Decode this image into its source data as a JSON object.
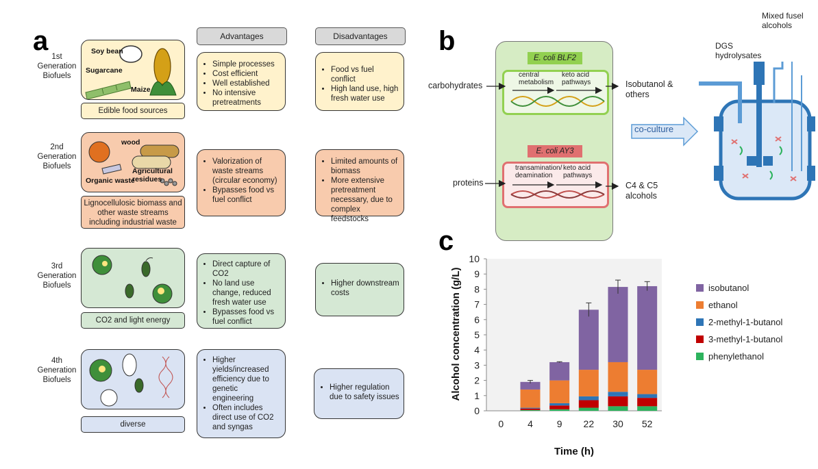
{
  "panel_a": {
    "letter": "a",
    "headers": {
      "advantages": "Advantages",
      "disadvantages": "Disadvantages"
    },
    "generations": [
      {
        "label": "1st Generation Biofuels",
        "source_labels": [
          "Soy bean",
          "Sugarcane",
          "Maize"
        ],
        "caption": "Edible food sources",
        "advantages": [
          "Simple processes",
          "Cost efficient",
          "Well established",
          "No intensive pretreatments"
        ],
        "disadvantages": [
          "Food vs fuel conflict",
          "High land use, high fresh water use"
        ]
      },
      {
        "label": "2nd Generation Biofuels",
        "source_labels": [
          "wood",
          "Agricultural residues",
          "Organic waste"
        ],
        "caption": "Lignocellulosic biomass and other waste streams including industrial waste",
        "advantages": [
          "Valorization of waste streams (circular economy)",
          "Bypasses food vs fuel conflict"
        ],
        "disadvantages": [
          "Limited amounts of biomass",
          "More extensive pretreatment necessary, due to complex feedstocks"
        ]
      },
      {
        "label": "3rd Generation Biofuels",
        "source_labels": [],
        "caption": "CO2 and light energy",
        "advantages": [
          "Direct capture of CO2",
          "No land use change, reduced fresh water use",
          "Bypasses food vs fuel conflict"
        ],
        "disadvantages": [
          "Higher downstream costs"
        ]
      },
      {
        "label": "4th Generation Biofuels",
        "source_labels": [],
        "caption": "diverse",
        "advantages": [
          "Higher yields/increased efficiency due to genetic engineering",
          "Often includes direct use of CO2 and syngas"
        ],
        "disadvantages": [
          "Higher regulation due to safety issues"
        ]
      }
    ],
    "colors": {
      "gen1": "#fff2cc",
      "gen2": "#f8cbad",
      "gen3": "#d5e8d4",
      "gen4": "#dae3f3"
    }
  },
  "panel_b": {
    "letter": "b",
    "strain1": "E. coli BLF2",
    "strain2": "E. coli AY3",
    "input1": "carbohydrates",
    "input2": "proteins",
    "step1a": "central metabolism",
    "step1b": "keto acid pathways",
    "step2a": "transamination/ deamination",
    "step2b": "keto acid pathways",
    "output1": "Isobutanol & others",
    "output2": "C4 & C5 alcohols",
    "coculture": "co-culture",
    "feed": "DGS hydrolysates",
    "product": "Mixed fusel alcohols"
  },
  "panel_c": {
    "letter": "c",
    "chart_data": {
      "type": "bar",
      "stacked": true,
      "categories": [
        "0",
        "4",
        "9",
        "22",
        "30",
        "52"
      ],
      "xlabel": "Time (h)",
      "ylabel": "Alcohol concentration (g/L)",
      "ylim": [
        0,
        10
      ],
      "yticks": [
        0,
        1,
        2,
        3,
        4,
        5,
        6,
        7,
        8,
        9,
        10
      ],
      "legend_position": "right",
      "series": [
        {
          "name": "phenylethanol",
          "color": "#2db35d",
          "values": [
            0,
            0.05,
            0.1,
            0.2,
            0.3,
            0.3
          ]
        },
        {
          "name": "3-methyl-1-butanol",
          "color": "#c00000",
          "values": [
            0,
            0.1,
            0.25,
            0.5,
            0.65,
            0.55
          ]
        },
        {
          "name": "2-methyl-1-butanol",
          "color": "#2e75b6",
          "values": [
            0,
            0.05,
            0.15,
            0.25,
            0.3,
            0.25
          ]
        },
        {
          "name": "ethanol",
          "color": "#ed7d31",
          "values": [
            0,
            1.2,
            1.5,
            1.75,
            1.95,
            1.6
          ]
        },
        {
          "name": "isobutanol",
          "color": "#8064a2",
          "values": [
            0,
            0.5,
            1.2,
            3.95,
            4.95,
            5.5
          ]
        }
      ],
      "totals": [
        0,
        1.9,
        3.2,
        6.65,
        8.15,
        8.2
      ],
      "errors": [
        0,
        0.1,
        0.03,
        0.45,
        0.45,
        0.3
      ],
      "legend_order": [
        "isobutanol",
        "ethanol",
        "2-methyl-1-butanol",
        "3-methyl-1-butanol",
        "phenylethanol"
      ]
    }
  }
}
